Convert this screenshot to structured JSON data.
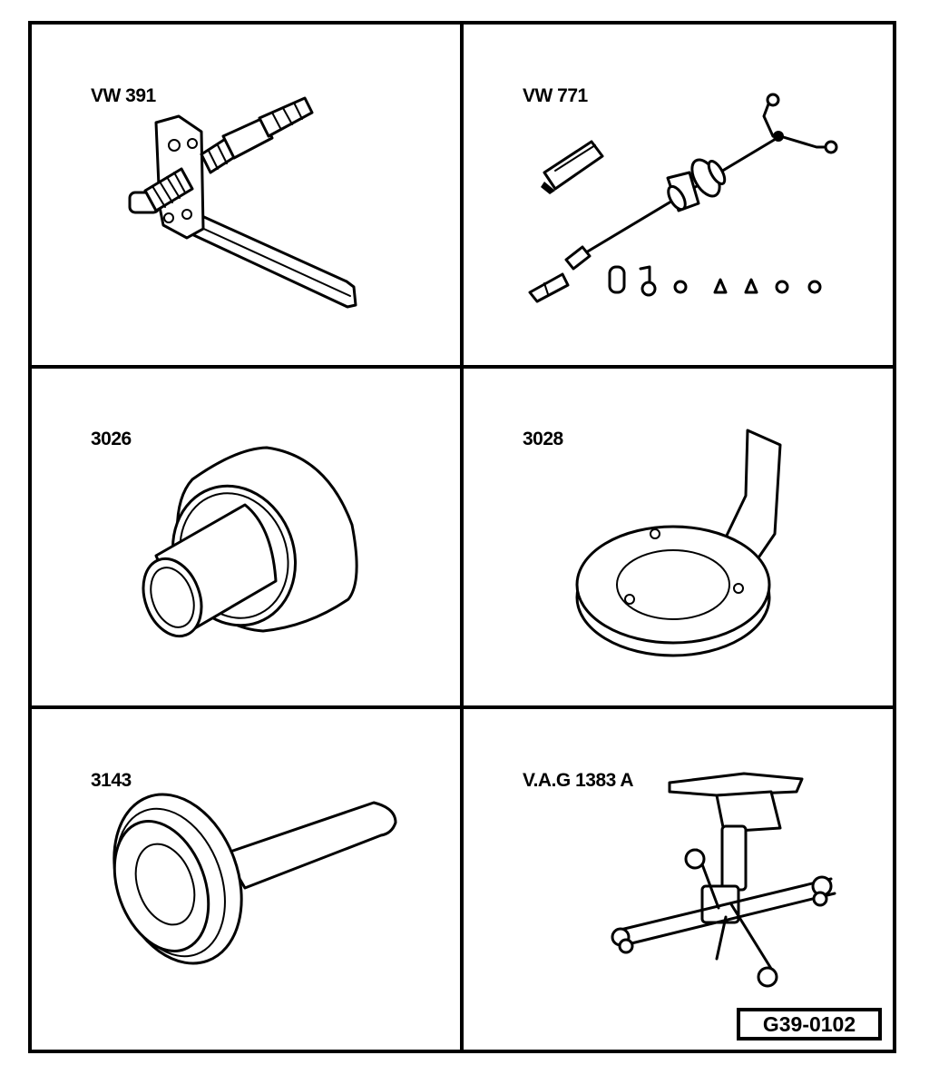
{
  "tools": [
    {
      "label": "VW 391",
      "icon": "tensioning-tool-icon"
    },
    {
      "label": "VW 771",
      "icon": "slide-hammer-set-icon"
    },
    {
      "label": "3026",
      "icon": "thrust-piece-icon"
    },
    {
      "label": "3028",
      "icon": "holding-plate-icon"
    },
    {
      "label": "3143",
      "icon": "drift-icon"
    },
    {
      "label": "V.A.G 1383 A",
      "icon": "transmission-jack-icon"
    }
  ],
  "reference": "G39-0102",
  "colors": {
    "line": "#000000",
    "background": "#ffffff"
  }
}
